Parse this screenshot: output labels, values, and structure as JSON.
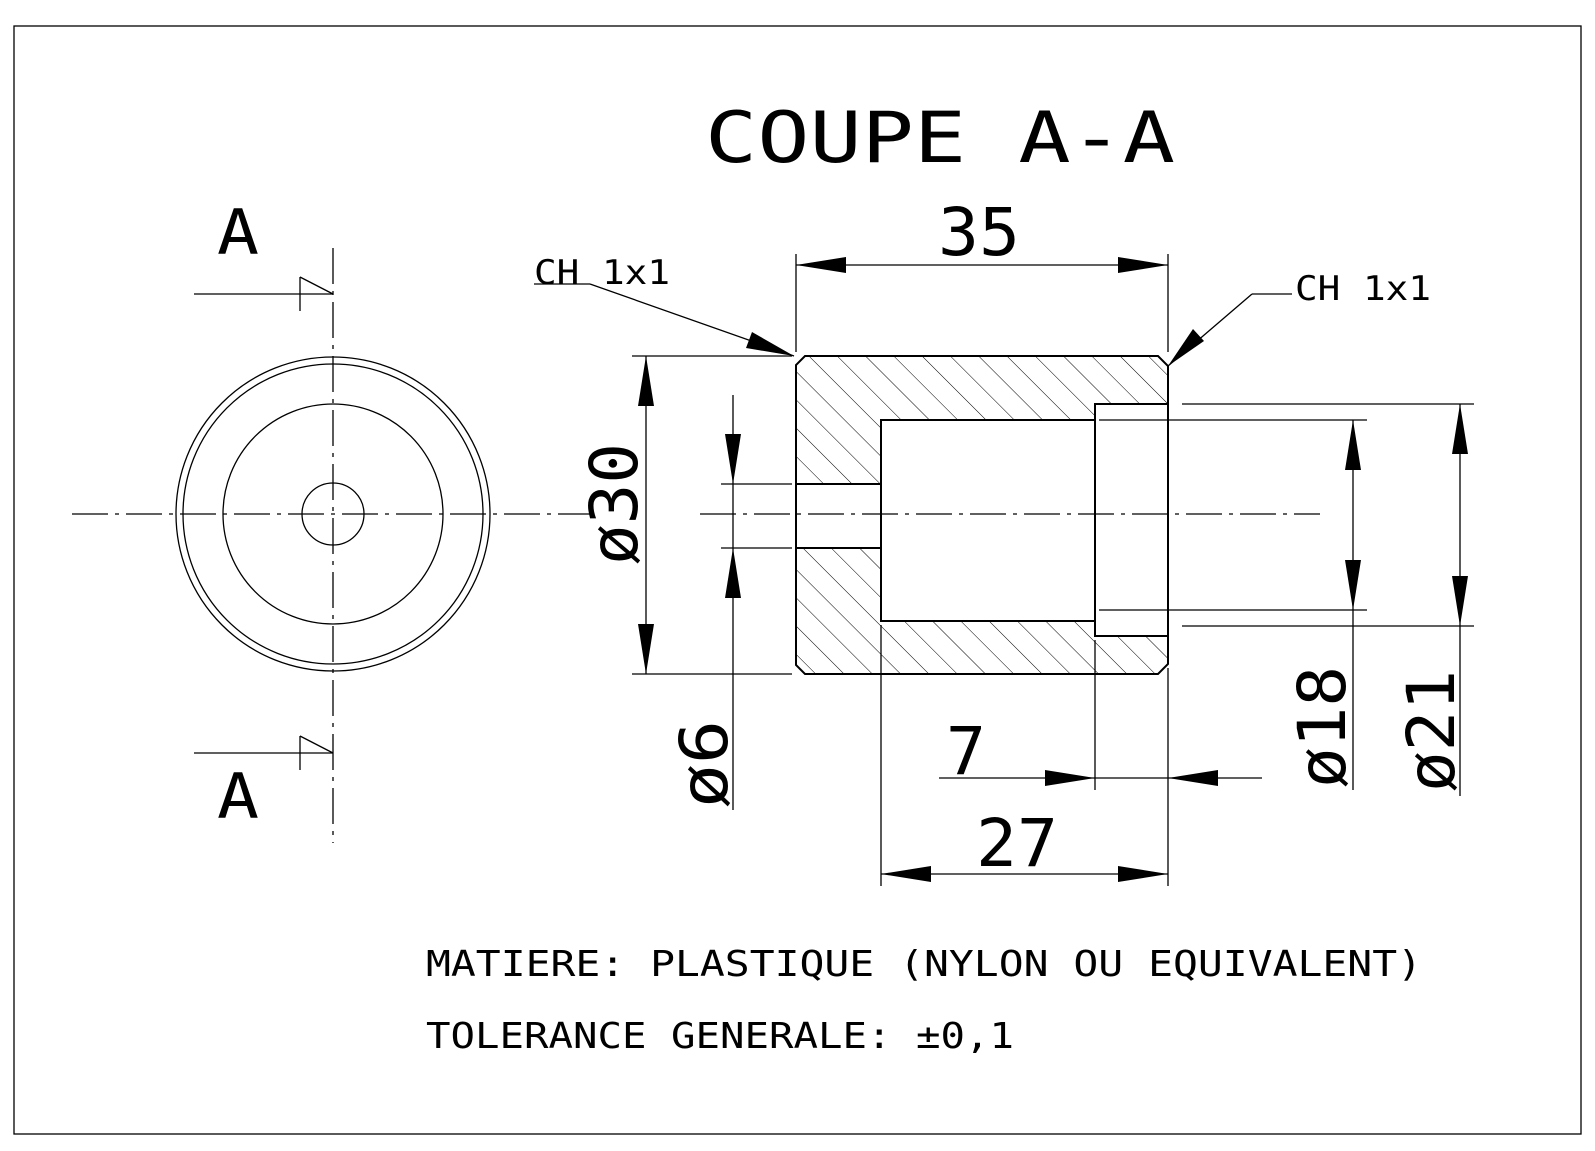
{
  "title": "COUPE A-A",
  "section_labels": {
    "top": "A",
    "bottom": "A"
  },
  "chamfer_left": "CH 1x1",
  "chamfer_right": "CH 1x1",
  "dimensions": {
    "overall_length": "35",
    "bore_length": "27",
    "counterbore_depth": "7",
    "outer_diameter": "ø30",
    "hole_diameter": "ø6",
    "bore_diameter": "ø18",
    "counterbore_diameter": "ø21"
  },
  "notes": {
    "material": "MATIERE: PLASTIQUE (NYLON OU EQUIVALENT)",
    "tolerance": "TOLERANCE GENERALE: ±0,1"
  }
}
